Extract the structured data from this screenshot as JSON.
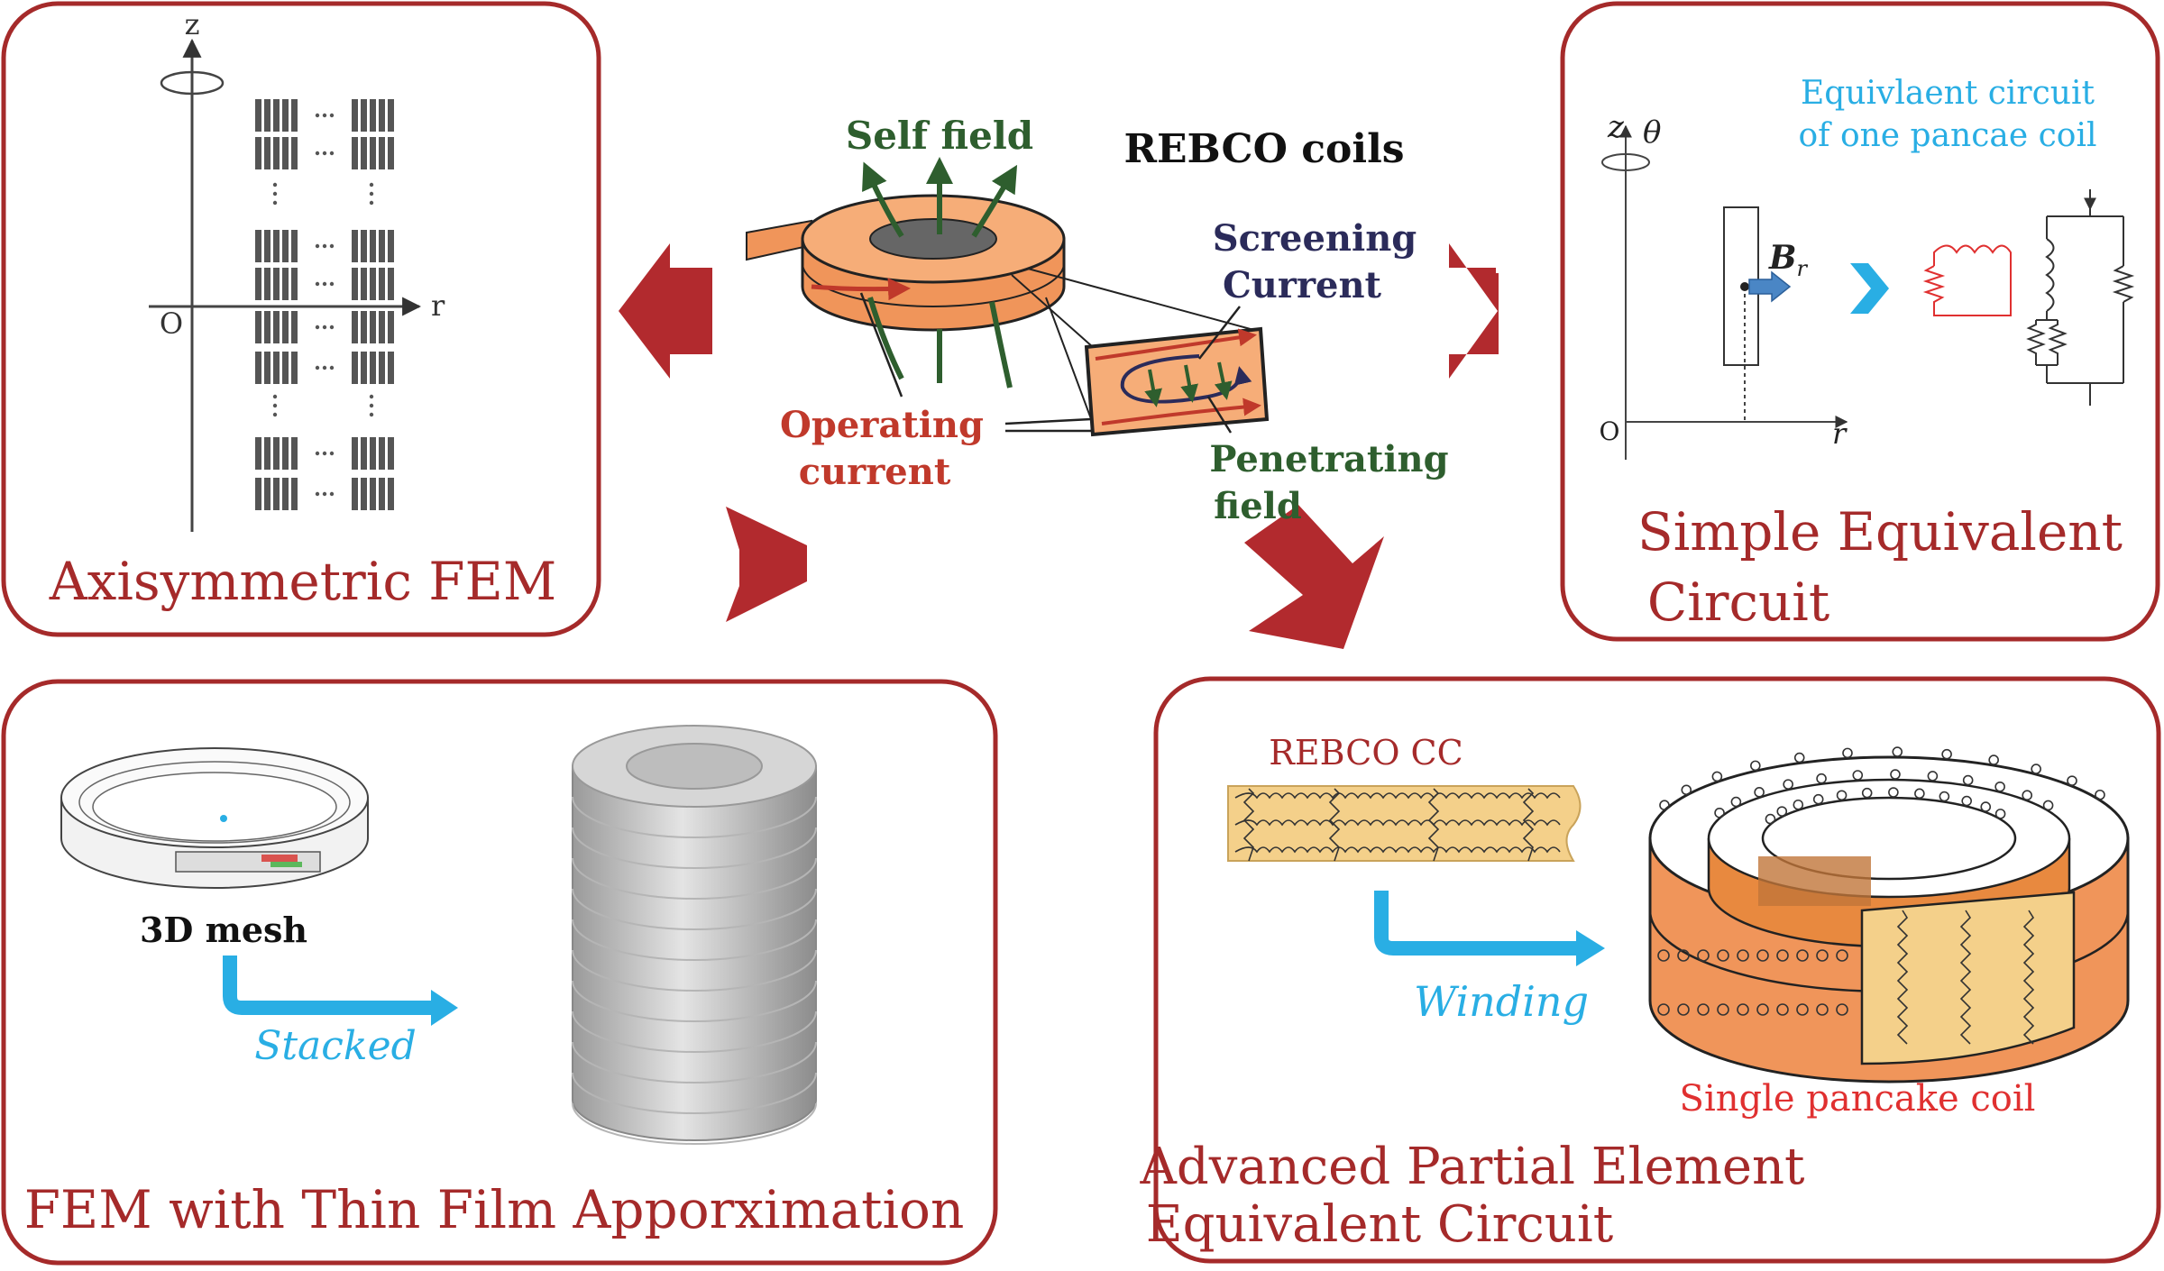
{
  "center": {
    "title": "REBCO coils",
    "self_field": "Self field",
    "screening_1": "Screening",
    "screening_2": "Current",
    "operating_1": "Operating",
    "operating_2": "current",
    "penetrating_1": "Penetrating",
    "penetrating_2": "field"
  },
  "panel_axisym": {
    "title": "Axisymmetric FEM",
    "axis_z": "z",
    "axis_r": "r",
    "origin": "O"
  },
  "panel_simple": {
    "title_1": "Simple Equivalent",
    "title_2": "Circuit",
    "caption_1": "Equivlaent circuit",
    "caption_2": "of one pancae coil",
    "axis_z": "z",
    "axis_theta": "θ",
    "axis_r": "r",
    "origin": "O",
    "field_label": "B",
    "field_sub": "r"
  },
  "panel_thinfilm": {
    "title": "FEM with Thin Film Apporximation",
    "mesh_label": "3D mesh",
    "stacked_label": "Stacked"
  },
  "panel_peec": {
    "title_1": "Advanced Partial Element",
    "title_2": "Equivalent Circuit",
    "cc_label": "REBCO CC",
    "winding_label": "Winding",
    "coil_label": "Single pancake coil"
  },
  "colors": {
    "panel_border": "#a52a2a",
    "arrow_red": "#b22a2e",
    "cyan": "#29aee4",
    "green": "#2e5e2e",
    "navy": "#2b2b5a",
    "coil_orange": "#f0955a",
    "tape_yellow": "#f4d08a"
  }
}
